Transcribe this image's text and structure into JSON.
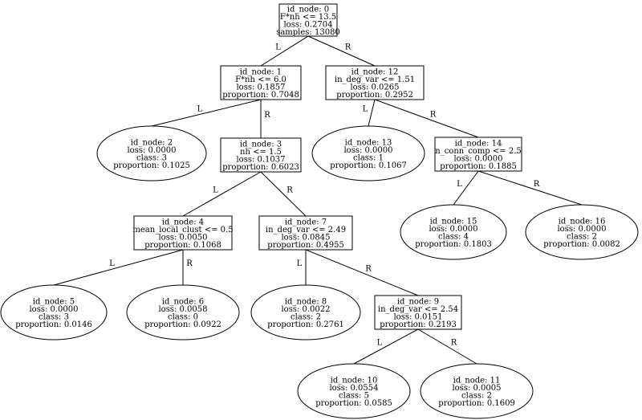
{
  "nodes": [
    {
      "id": "0",
      "shape": "box",
      "lines": [
        "id_node: 0",
        "F*nh <= 13.5",
        "loss: 0.2704",
        "samples: 13080"
      ]
    },
    {
      "id": "1",
      "shape": "box",
      "lines": [
        "id_node: 1",
        "F*nh <= 6.0",
        "loss: 0.1857",
        "proportion: 0.7048"
      ]
    },
    {
      "id": "12",
      "shape": "box",
      "lines": [
        "id_node: 12",
        "in_deg_var <= 1.51",
        "loss: 0.0265",
        "proportion: 0.2952"
      ]
    },
    {
      "id": "2",
      "shape": "ellipse",
      "lines": [
        "id_node: 2",
        "loss: 0.0000",
        "class: 3",
        "proportion: 0.1025"
      ]
    },
    {
      "id": "3",
      "shape": "box",
      "lines": [
        "id_node: 3",
        "nh <= 1.5",
        "loss: 0.1037",
        "proportion: 0.6023"
      ]
    },
    {
      "id": "13",
      "shape": "ellipse",
      "lines": [
        "id_node: 13",
        "loss: 0.0000",
        "class: 1",
        "proportion: 0.1067"
      ]
    },
    {
      "id": "14",
      "shape": "box",
      "lines": [
        "id_node: 14",
        "n_conn_comp <= 2.5",
        "loss: 0.0000",
        "proportion: 0.1885"
      ]
    },
    {
      "id": "4",
      "shape": "box",
      "lines": [
        "id_node: 4",
        "mean_local_clust <= 0.5",
        "loss: 0.0050",
        "proportion: 0.1068"
      ]
    },
    {
      "id": "7",
      "shape": "box",
      "lines": [
        "id_node: 7",
        "in_deg_var <= 2.49",
        "loss: 0.0845",
        "proportion: 0.4955"
      ]
    },
    {
      "id": "15",
      "shape": "ellipse",
      "lines": [
        "id_node: 15",
        "loss: 0.0000",
        "class: 4",
        "proportion: 0.1803"
      ]
    },
    {
      "id": "16",
      "shape": "ellipse",
      "lines": [
        "id_node: 16",
        "loss: 0.0000",
        "class: 2",
        "proportion: 0.0082"
      ]
    },
    {
      "id": "5",
      "shape": "ellipse",
      "lines": [
        "id_node: 5",
        "loss: 0.0000",
        "class: 3",
        "proportion: 0.0146"
      ]
    },
    {
      "id": "6",
      "shape": "ellipse",
      "lines": [
        "id_node: 6",
        "loss: 0.0058",
        "class: 0",
        "proportion: 0.0922"
      ]
    },
    {
      "id": "8",
      "shape": "ellipse",
      "lines": [
        "id_node: 8",
        "loss: 0.0022",
        "class: 2",
        "proportion: 0.2761"
      ]
    },
    {
      "id": "9",
      "shape": "box",
      "lines": [
        "id_node: 9",
        "in_deg_var <= 2.54",
        "loss: 0.0151",
        "proportion: 0.2193"
      ]
    },
    {
      "id": "10",
      "shape": "ellipse",
      "lines": [
        "id_node: 10",
        "loss: 0.0554",
        "class: 5",
        "proportion: 0.0585"
      ]
    },
    {
      "id": "11",
      "shape": "ellipse",
      "lines": [
        "id_node: 11",
        "loss: 0.0005",
        "class: 2",
        "proportion: 0.1609"
      ]
    }
  ],
  "edges": [
    {
      "from": "0",
      "to": "1",
      "label": "L"
    },
    {
      "from": "0",
      "to": "12",
      "label": "R"
    },
    {
      "from": "1",
      "to": "2",
      "label": "L"
    },
    {
      "from": "1",
      "to": "3",
      "label": "R"
    },
    {
      "from": "12",
      "to": "13",
      "label": "L"
    },
    {
      "from": "12",
      "to": "14",
      "label": "R"
    },
    {
      "from": "3",
      "to": "4",
      "label": "L"
    },
    {
      "from": "3",
      "to": "7",
      "label": "R"
    },
    {
      "from": "14",
      "to": "15",
      "label": "L"
    },
    {
      "from": "14",
      "to": "16",
      "label": "R"
    },
    {
      "from": "4",
      "to": "5",
      "label": "L"
    },
    {
      "from": "4",
      "to": "6",
      "label": "R"
    },
    {
      "from": "7",
      "to": "8",
      "label": "L"
    },
    {
      "from": "7",
      "to": "9",
      "label": "R"
    },
    {
      "from": "9",
      "to": "10",
      "label": "L"
    },
    {
      "from": "9",
      "to": "11",
      "label": "R"
    }
  ]
}
